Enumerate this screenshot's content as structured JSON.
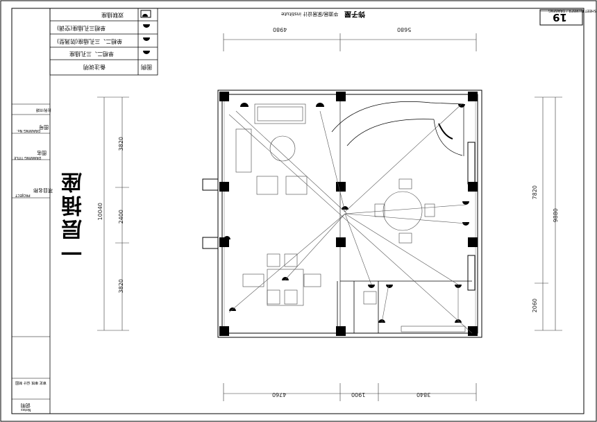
{
  "sheet_number": "19",
  "sheet_number_caption": "SHEET NUMBER / DRAWING",
  "drawing_title": "一层插座",
  "header": {
    "brand": "饰子屋",
    "company": "华道居/家居设计 institute"
  },
  "legend": {
    "col_symbol": "图例",
    "col_desc": "备注说明",
    "rows": [
      {
        "desc": "双联插座"
      },
      {
        "desc": "单相三孔插座(空调)"
      },
      {
        "desc": "单相二、三孔插座(防溅型)"
      },
      {
        "desc": "单相二、三孔插座"
      }
    ]
  },
  "titleblock": {
    "project_label": "项目名称",
    "project_en": "PROJECT",
    "drawing_label": "图名",
    "drawing_en": "DRAWING TITLE",
    "number_label": "图号",
    "number_en": "DRAWING No.",
    "scale_label": "比例/日期",
    "notes_label": "说明",
    "notes_en": "Notes",
    "sign_label": "审定 审核 设计 制图"
  },
  "dimensions": {
    "top": [
      "4980",
      "5680"
    ],
    "bottom": [
      "4760",
      "1900",
      "3840"
    ],
    "left_total": "10040",
    "left": [
      "3820",
      "2400",
      "3820"
    ],
    "right_total": "9880",
    "right": [
      "7820",
      "2060"
    ]
  },
  "colors": {
    "line": "#000000",
    "grey": "#666666"
  }
}
